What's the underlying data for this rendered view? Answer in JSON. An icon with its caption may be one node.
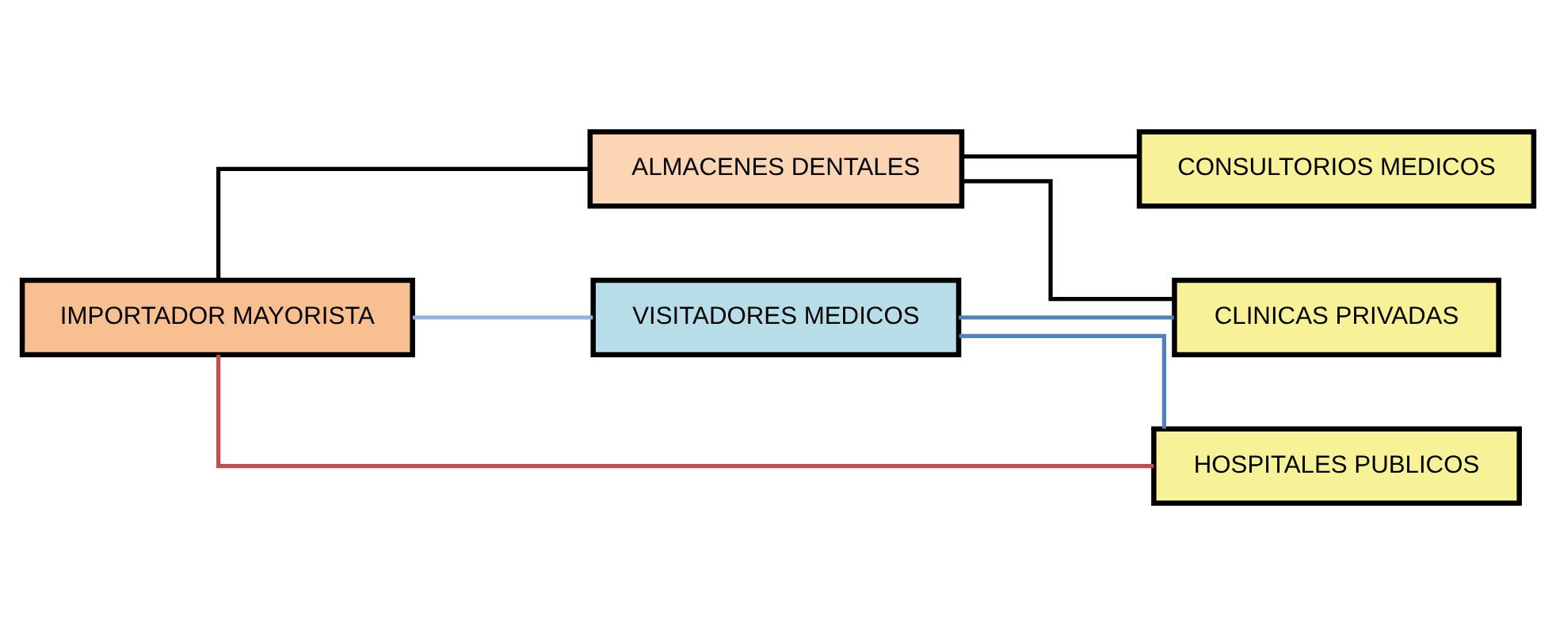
{
  "diagram": {
    "nodes": [
      {
        "text": [
          "IMPORTADOR MAYORISTA"
        ]
      },
      {
        "text": [
          "ALMACENES DENTALES"
        ]
      },
      {
        "text": [
          "CONSULTORIOS MEDICOS"
        ]
      },
      {
        "text": [
          "VISITADORES MEDICOS"
        ]
      },
      {
        "text": [
          "CLINICAS PRIVADAS"
        ]
      },
      {
        "text": [
          "HOSPITALES PUBLICOS"
        ]
      }
    ],
    "edges": [
      {
        "from": 0,
        "to": 1,
        "arrow": "none"
      },
      {
        "from": 1,
        "to": 2,
        "arrow": "none"
      },
      {
        "from": 1,
        "to": 4,
        "arrow": "none"
      },
      {
        "from": 0,
        "to": 3,
        "arrow": "none",
        "color": "#8eb4e3"
      },
      {
        "from": 3,
        "to": 4,
        "arrow": "none",
        "color": "#4f81bd"
      },
      {
        "from": 3,
        "to": 5,
        "arrow": "none",
        "color": "#4f81bd"
      },
      {
        "from": 0,
        "to": 5,
        "arrow": "none",
        "color": "#c0504d"
      }
    ]
  }
}
